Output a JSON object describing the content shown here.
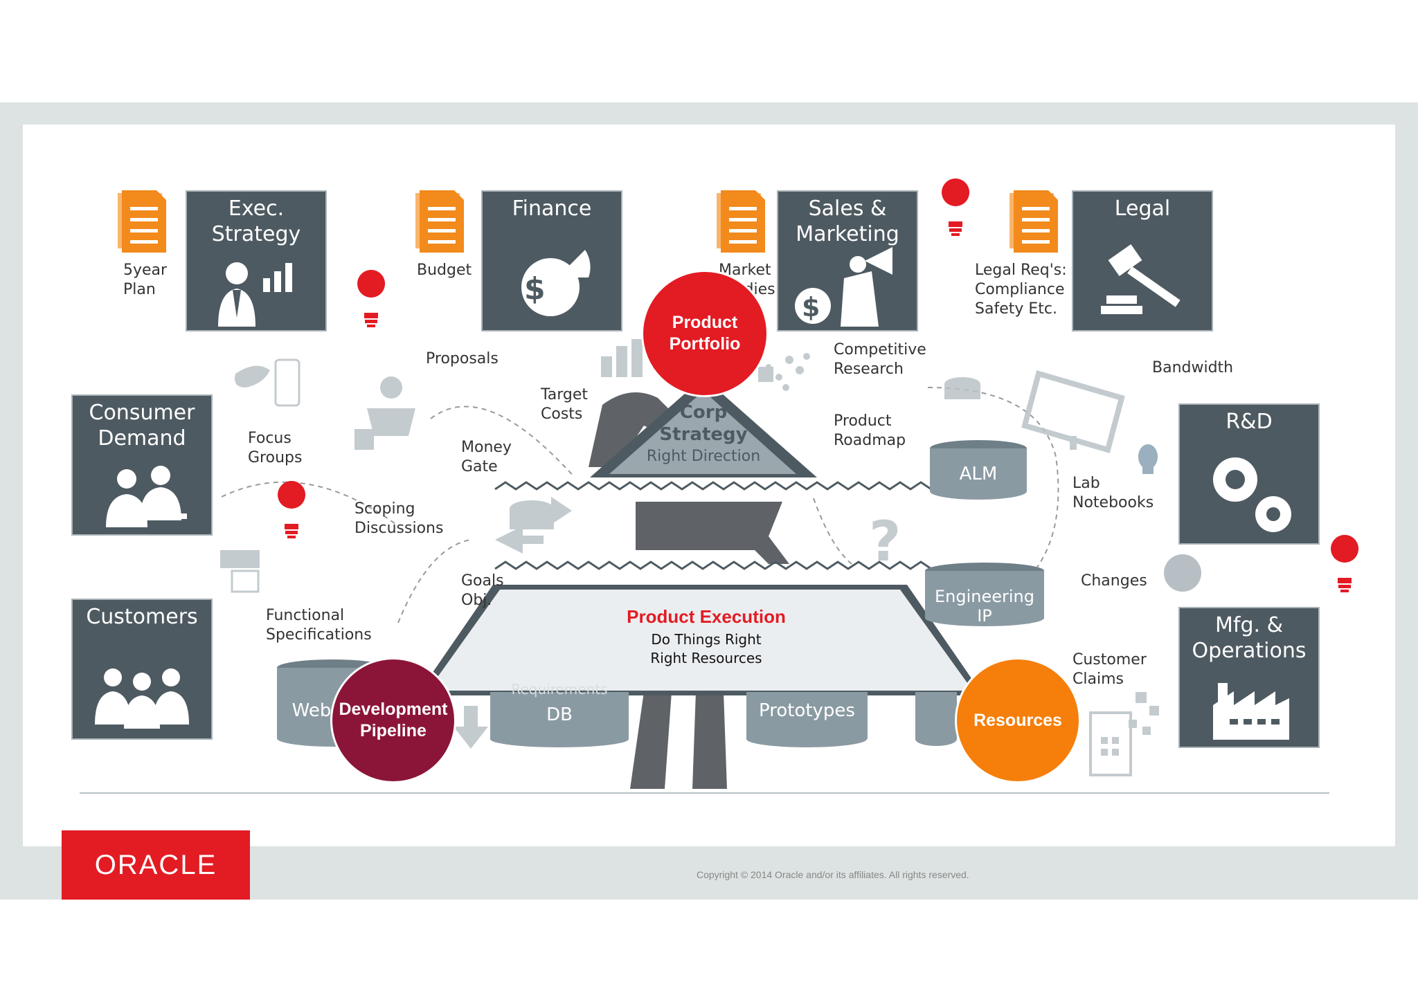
{
  "boxes": {
    "exec": "Exec.\nStrategy",
    "finance": "Finance",
    "sales": "Sales &\nMarketing",
    "legal": "Legal",
    "consumer": "Consumer\nDemand",
    "customers": "Customers",
    "rd": "R&D",
    "mfg": "Mfg. &\nOperations"
  },
  "labels": {
    "plan": "5year\nPlan",
    "budget": "Budget",
    "market": "Market\nStudies",
    "legal_req": "Legal Req's:\nCompliance\nSafety Etc.",
    "proposals": "Proposals",
    "target_costs": "Target\nCosts",
    "competitive": "Competitive\nResearch",
    "bandwidth": "Bandwidth",
    "focus_groups": "Focus\nGroups",
    "money_gate": "Money\nGate",
    "product_roadmap": "Product\nRoadmap",
    "lab_notebooks": "Lab\nNotebooks",
    "scoping": "Scoping\nDiscussions",
    "goals": "Goals\nObj.",
    "changes": "Changes",
    "functional": "Functional\nSpecifications",
    "customer_claims": "Customer\nClaims"
  },
  "pyramid": {
    "top_title": "Corp\nStrategy",
    "top_sub": "Right Direction",
    "bottom_title": "Product Execution",
    "bottom_line1": "Do Things Right",
    "bottom_line2": "Right Resources"
  },
  "cylinders": {
    "alm": "ALM",
    "eng_ip": "Engineering IP",
    "web": "Web",
    "requirements": "Requirements",
    "db": "DB",
    "prototypes": "Prototypes"
  },
  "circles": {
    "portfolio": "Product\nPortfolio",
    "pipeline": "Development\nPipeline",
    "resources": "Resources"
  },
  "icons": [
    "document-icon",
    "lightbulb-icon",
    "twitter-icon",
    "phone-icon",
    "globe-icon",
    "monitor-icon",
    "question-icon"
  ],
  "colors": {
    "box": "#4e5a61",
    "accent_red": "#e31b23",
    "doc_orange": "#f28a1c",
    "pipeline": "#8b1538",
    "resources": "#f57f0a",
    "cylinder": "#8a9aa3"
  },
  "footer": {
    "logo": "ORACLE",
    "copyright": "Copyright © 2014 Oracle and/or its affiliates. All rights reserved."
  }
}
